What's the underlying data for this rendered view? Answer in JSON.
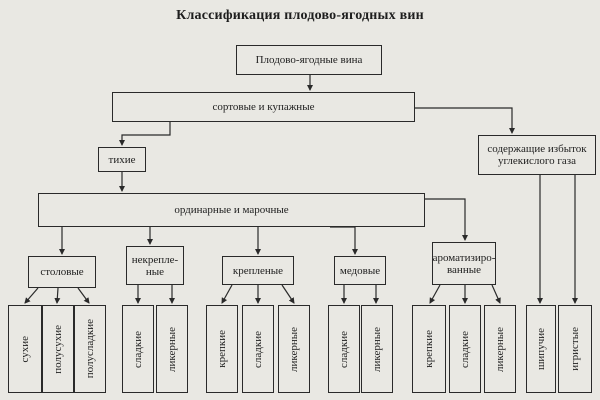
{
  "title": "Классификация плодово-ягодных вин",
  "root": "Плодово-ягодные вина",
  "sortovye": "сортовые и купажные",
  "tikhie": "тихие",
  "gazirovannye": [
    "содержащие избыток",
    "углекислого газа"
  ],
  "ordinarnye": "ординарные и марочные",
  "groups": {
    "stolovye": "столовые",
    "nekreplenye": [
      "некрепле-",
      "ные"
    ],
    "kreplenye": "крепленые",
    "medovye": "медовые",
    "aromatizirovannye": [
      "ароматизиро-",
      "ванные"
    ]
  },
  "leaves": {
    "sukhie": "сухие",
    "polusukhie": "полусухие",
    "polusladkie": "полусладкие",
    "nekr_sladkie": "сладкие",
    "nekr_likernye": "ликерные",
    "krep_krepkie": "крепкие",
    "krep_sladkie": "сладкие",
    "krep_likernye": "ликерные",
    "med_sladkie": "сладкие",
    "med_likernye": "ликерные",
    "arom_krepkie": "крепкие",
    "arom_sladkie": "сладкие",
    "arom_likernye": "ликерные",
    "shipuchie": "шипучие",
    "igristye": "игристые"
  }
}
